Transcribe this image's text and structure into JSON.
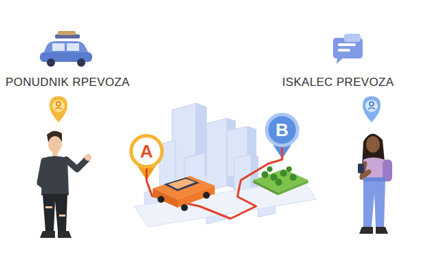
{
  "diagram": {
    "nodes": [
      {
        "text": [
          "A"
        ]
      },
      {
        "text": [
          "B"
        ]
      }
    ],
    "edges": [
      {
        "from": 0,
        "to": 1,
        "arrow": "none"
      }
    ],
    "labels": [
      "PONUDNIK RPEVOZA",
      "ISKALEC PREVOZA"
    ]
  }
}
